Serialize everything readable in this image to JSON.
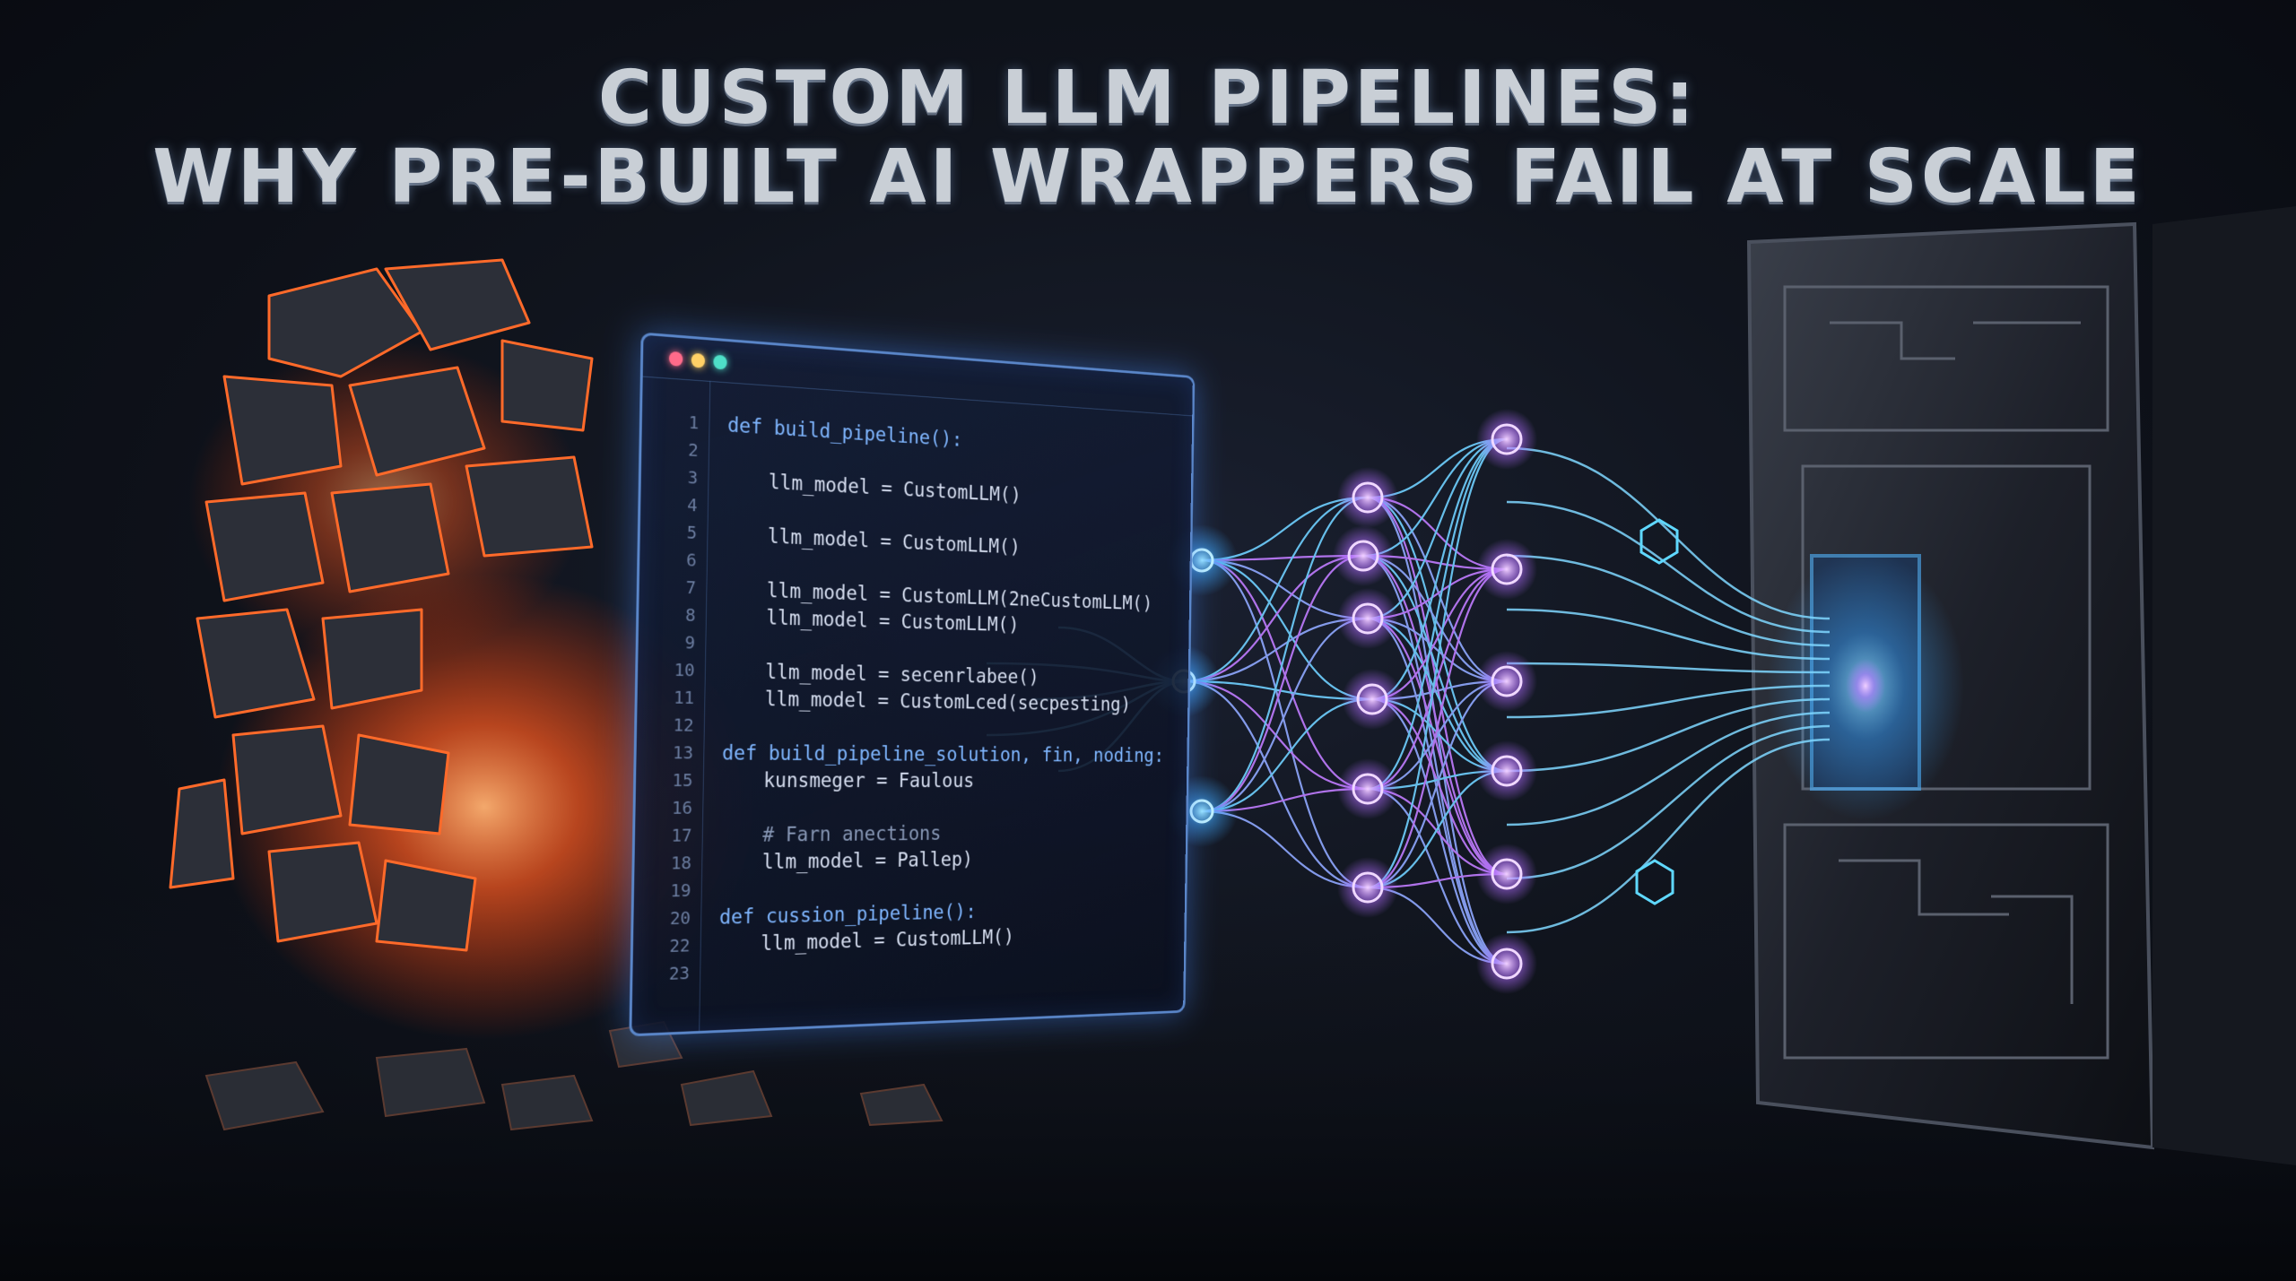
{
  "title": {
    "line1": "CUSTOM LLM PIPELINES:",
    "line2": "WHY PRE-BUILT AI WRAPPERS FAIL AT SCALE"
  },
  "editor": {
    "lines": [
      {
        "n": "1",
        "text": "def build_pipeline():",
        "kind": "kw",
        "indent": false
      },
      {
        "n": "2",
        "text": "",
        "kind": "",
        "indent": false
      },
      {
        "n": "3",
        "text": "llm_model = CustomLLM()",
        "kind": "",
        "indent": true
      },
      {
        "n": "4",
        "text": "",
        "kind": "",
        "indent": false
      },
      {
        "n": "5",
        "text": "llm_model = CustomLLM()",
        "kind": "",
        "indent": true
      },
      {
        "n": "6",
        "text": "",
        "kind": "",
        "indent": false
      },
      {
        "n": "7",
        "text": "llm_model = CustomLLM(2neCustomLLM()",
        "kind": "",
        "indent": true
      },
      {
        "n": "8",
        "text": "llm_model = CustomLLM()",
        "kind": "",
        "indent": true
      },
      {
        "n": "9",
        "text": "",
        "kind": "",
        "indent": false
      },
      {
        "n": "10",
        "text": "llm_model = secenrlabee()",
        "kind": "",
        "indent": true
      },
      {
        "n": "11",
        "text": "llm_model = CustomLced(secpesting)",
        "kind": "",
        "indent": true
      },
      {
        "n": "12",
        "text": "",
        "kind": "",
        "indent": false
      },
      {
        "n": "13",
        "text": "def build_pipeline_solution, fin, noding:",
        "kind": "kw",
        "indent": false
      },
      {
        "n": "15",
        "text": "kunsmeger = Faulous",
        "kind": "",
        "indent": true
      },
      {
        "n": "16",
        "text": "",
        "kind": "",
        "indent": false
      },
      {
        "n": "17",
        "text": "# Farn anections",
        "kind": "cm",
        "indent": true
      },
      {
        "n": "18",
        "text": "llm_model = Pallep)",
        "kind": "",
        "indent": true
      },
      {
        "n": "19",
        "text": "",
        "kind": "",
        "indent": false
      },
      {
        "n": "20",
        "text": "def cussion_pipeline():",
        "kind": "kw",
        "indent": false
      },
      {
        "n": "22",
        "text": "llm_model = CustomLLM()",
        "kind": "",
        "indent": true
      },
      {
        "n": "23",
        "text": "",
        "kind": "",
        "indent": false
      }
    ]
  },
  "colors": {
    "accent_blue": "#5a86c9",
    "glow_cyan": "#5fd8ff",
    "glow_violet": "#b77cff",
    "ember": "#ff6a2a"
  },
  "icons": {
    "window_controls": [
      "close-dot-icon",
      "minimize-dot-icon",
      "maximize-dot-icon"
    ],
    "network_nodes": "neural-node-icon",
    "hex_chips": "hexagon-chip-icon"
  }
}
